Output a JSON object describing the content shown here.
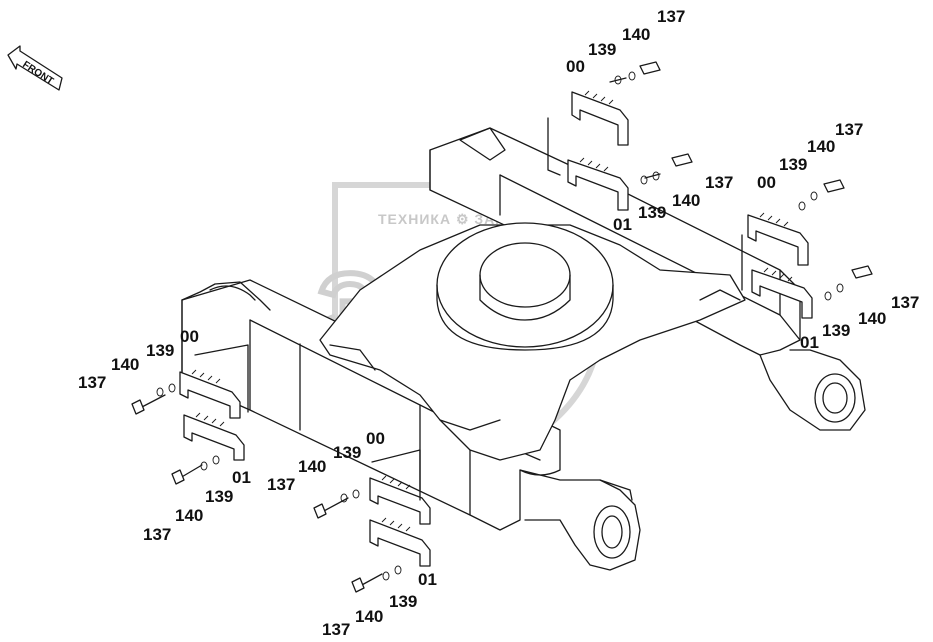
{
  "direction_label": "FRONT",
  "watermark": {
    "brand_line": "ТЕХНИКА ⚙ ЗАПЧАСТИ",
    "monogram": "ЭПФ"
  },
  "callouts": [
    {
      "id": "c01",
      "text": "137"
    },
    {
      "id": "c02",
      "text": "140"
    },
    {
      "id": "c03",
      "text": "139"
    },
    {
      "id": "c04",
      "text": "00"
    },
    {
      "id": "c05",
      "text": "137"
    },
    {
      "id": "c06",
      "text": "140"
    },
    {
      "id": "c07",
      "text": "139"
    },
    {
      "id": "c08",
      "text": "01"
    },
    {
      "id": "c09",
      "text": "137"
    },
    {
      "id": "c10",
      "text": "140"
    },
    {
      "id": "c11",
      "text": "139"
    },
    {
      "id": "c12",
      "text": "00"
    },
    {
      "id": "c13",
      "text": "137"
    },
    {
      "id": "c14",
      "text": "140"
    },
    {
      "id": "c15",
      "text": "139"
    },
    {
      "id": "c16",
      "text": "01"
    },
    {
      "id": "c17",
      "text": "00"
    },
    {
      "id": "c18",
      "text": "139"
    },
    {
      "id": "c19",
      "text": "140"
    },
    {
      "id": "c20",
      "text": "137"
    },
    {
      "id": "c21",
      "text": "01"
    },
    {
      "id": "c22",
      "text": "139"
    },
    {
      "id": "c23",
      "text": "140"
    },
    {
      "id": "c24",
      "text": "137"
    },
    {
      "id": "c25",
      "text": "00"
    },
    {
      "id": "c26",
      "text": "139"
    },
    {
      "id": "c27",
      "text": "140"
    },
    {
      "id": "c28",
      "text": "137"
    },
    {
      "id": "c29",
      "text": "01"
    },
    {
      "id": "c30",
      "text": "139"
    },
    {
      "id": "c31",
      "text": "140"
    },
    {
      "id": "c32",
      "text": "137"
    }
  ]
}
